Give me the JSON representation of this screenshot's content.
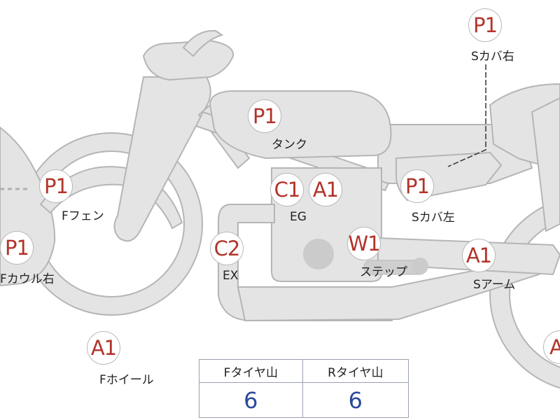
{
  "parts": {
    "s_cover_right": {
      "code": "P1",
      "label": "Sカバ右"
    },
    "tank": {
      "code": "P1",
      "label": "タンク"
    },
    "f_fender": {
      "code": "P1",
      "label": "Fフェン"
    },
    "engine_c": {
      "code": "C1"
    },
    "engine_a": {
      "code": "A1",
      "label": "EG"
    },
    "s_cover_left": {
      "code": "P1",
      "label": "Sカバ左"
    },
    "f_cowl_right": {
      "code": "P1",
      "label": "Fカウル右"
    },
    "exhaust": {
      "code": "C2",
      "label": "EX"
    },
    "step": {
      "code": "W1",
      "label": "ステップ"
    },
    "swingarm": {
      "code": "A1",
      "label": "Sアーム"
    },
    "f_wheel": {
      "code": "A1",
      "label": "Fホイール"
    },
    "r_wheel": {
      "code": "A"
    }
  },
  "tread": {
    "front_header": "Fタイヤ山",
    "rear_header": "Rタイヤ山",
    "front_value": "6",
    "rear_value": "6"
  },
  "colors": {
    "code": "#b2342a",
    "value": "#2b4a9c",
    "body": "#e4e4e4",
    "outline": "#b5b5b5"
  }
}
